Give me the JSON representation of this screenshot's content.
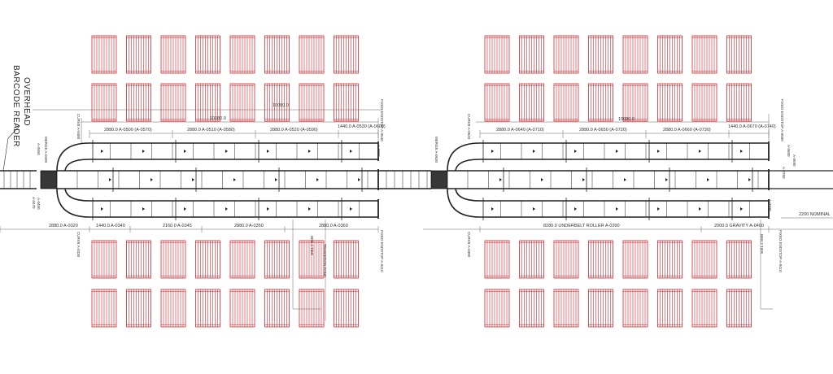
{
  "drawing": {
    "reader_label_line1": "OVERHEAD",
    "reader_label_line2": "BARCODE READER",
    "pallet_color": "#d8232a",
    "line_color": "#222222",
    "dim_color": "#555555",
    "left": {
      "overall": "10080.0",
      "mid_overall": "10080.0",
      "top_segments": [
        "2880.0 A-0500 (A-0570)",
        "2880.0 A-0510 (A-0580)",
        "2880.0 A-0520 (A-0590)",
        "1440.0 A-0530 (A-0600)"
      ],
      "bottom_segments": [
        "2880.0 A-0320",
        "1440.0 A-0340",
        "2160.0 A-0345",
        "2880.0 A-0350",
        "2880.0 A-0360"
      ],
      "curve_top": "CURVE A-0480",
      "curve_bottom": "CURVE A-0330",
      "merge": "MERGE A-0490",
      "end_stop_top": "FIXED ENDSTOP A-0540",
      "end_stop_bottom": "FIXED ENDSTOP A-0410",
      "vert_note_1": "BEB 2 TIER",
      "vert_note_2": "TRANSITION ZONE",
      "small_tags": [
        "A-0460",
        "A-0450",
        "A-0470",
        "A-0700"
      ]
    },
    "right": {
      "overall": "10080.0",
      "top_segments": [
        "2880.0 A-0640 (A-0710)",
        "2880.0 A-0650 (A-0720)",
        "2880.0 A-0660 (A-0730)",
        "1440.0 A-0670 (A-0740)"
      ],
      "bottom_segments": [
        "8280.0 UNDERBELT ROLLER A-0390",
        "2000.0 GRAVITY A-0400"
      ],
      "curve_top": "CURVE A-0620",
      "curve_bottom": "CURVE A-0380",
      "merge": "MERGE A-0630",
      "end_stop_top": "FIXED ENDSTOP A-0680",
      "end_stop_bottom": "FIXED ENDSTOP A-0410",
      "nominal": "2200 NOMINAL",
      "vert_note_1": "BEB 2 TIER",
      "small_tags": [
        "A-0600",
        "A-0690",
        "A-0700",
        "A-0750"
      ]
    }
  }
}
